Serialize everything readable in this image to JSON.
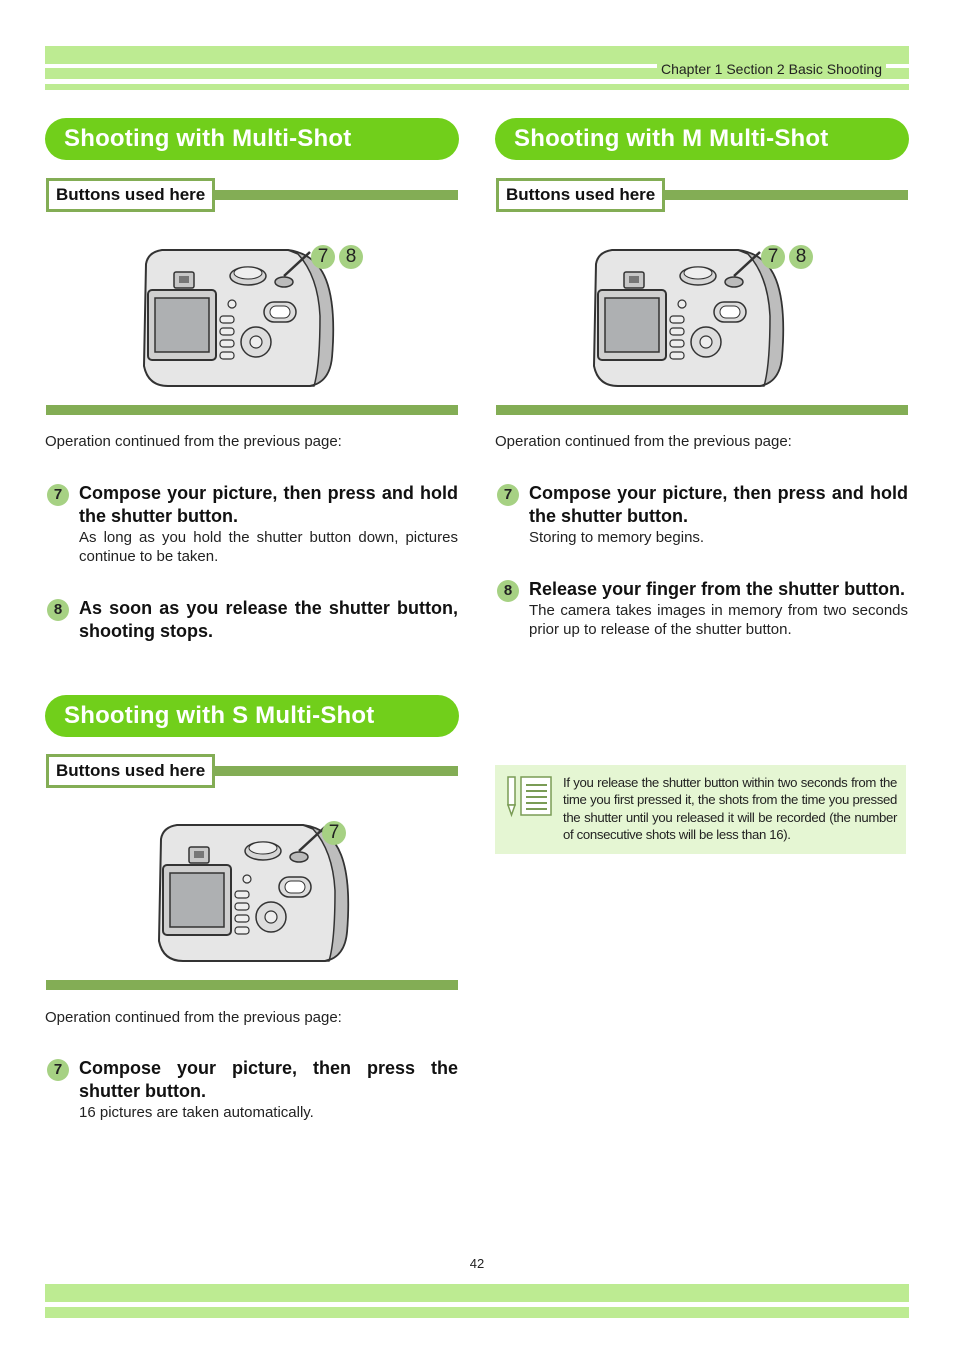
{
  "header": {
    "chapter": "Chapter 1 Section 2 Basic Shooting"
  },
  "colors": {
    "stripe": "#bdeb92",
    "title_green": "#71cf1b",
    "rule_green": "#83ad55",
    "badge": "#a6d183",
    "note_bg": "#e5f6d3"
  },
  "sections": {
    "multi": {
      "title": "Shooting with Multi-Shot",
      "buttons_label": "Buttons used here",
      "callouts": [
        "7",
        "8"
      ],
      "continued": "Operation continued from the previous page:",
      "steps": [
        {
          "num": "7",
          "head": "Compose your picture, then press and hold the shutter button.",
          "desc": "As long as you hold the shutter button down, pictures continue to be taken."
        },
        {
          "num": "8",
          "head": "As soon as you release the shutter button, shooting stops.",
          "desc": ""
        }
      ]
    },
    "s_multi": {
      "title": "Shooting with S Multi-Shot",
      "buttons_label": "Buttons used here",
      "callouts": [
        "7"
      ],
      "continued": "Operation continued from the previous page:",
      "steps": [
        {
          "num": "7",
          "head": "Compose your picture, then press the shutter button.",
          "desc": "16 pictures are taken automatically."
        }
      ]
    },
    "m_multi": {
      "title": "Shooting with M Multi-Shot",
      "buttons_label": "Buttons used here",
      "callouts": [
        "7",
        "8"
      ],
      "continued": "Operation continued from the previous page:",
      "steps": [
        {
          "num": "7",
          "head": "Compose your picture, then press and hold the shutter button.",
          "desc": "Storing to memory begins."
        },
        {
          "num": "8",
          "head": "Release your finger from the shutter button.",
          "desc": "The camera takes images in memory from two seconds prior up to release of the shutter button."
        }
      ]
    }
  },
  "note": {
    "icon": "memo-pencil-icon",
    "text": "If you release the shutter button within two seconds from the time you first pressed it, the shots from the time you pressed the shutter until you released it will be recorded (the number of consecutive shots will be less than 16)."
  },
  "footer": {
    "page_number": "42"
  }
}
